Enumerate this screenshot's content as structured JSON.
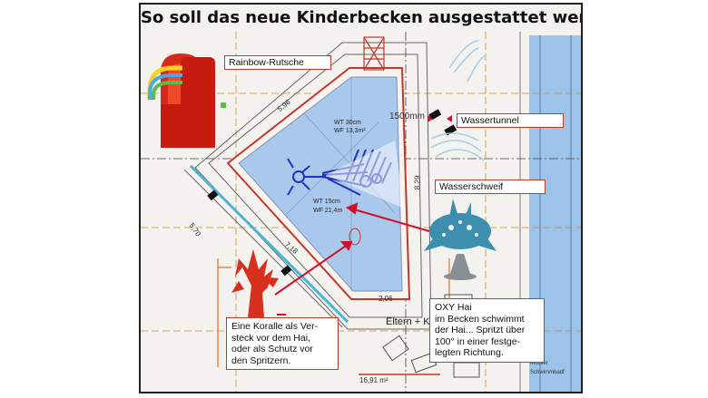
{
  "title": "So soll das neue Kinderbecken ausgestattet werden",
  "labels": {
    "rutsche": "Rainbow-Rutsche",
    "tunnel": "Wassertunnel",
    "schweif": "Wasserschweif"
  },
  "boxes": {
    "koralle": [
      "Eine Koralle als Ver-",
      "steck vor dem Hai,",
      "oder als Schutz vor",
      "den Spritzern."
    ],
    "hai": [
      "OXY Hai",
      "im Becken schwimmt",
      "der Hai... Spritzt über",
      "100° in einer festge-",
      "legten Richtung."
    ]
  },
  "plan": {
    "wt1": "WT 30cm",
    "wf1": "WF 13,3m²",
    "wt2": "WT 15cm",
    "wf2": "WF 21,4m",
    "d1500": "1500mm",
    "eltern": "Eltern + K",
    "d_bottom": "16,91 m²",
    "schwimmbad": "Schwimmbadf",
    "mobiler": "Mobiler",
    "d718": "7,18",
    "d206": "2,06",
    "d570": "5,70",
    "d829": "8,29",
    "d596": "5,96"
  },
  "colors": {
    "pool": "#a9c9ec",
    "pool_border": "#c0392b",
    "arrow": "#d0102a",
    "figure": "#2233bb",
    "shark": "#3d8fb0",
    "coral": "#d8301f"
  }
}
